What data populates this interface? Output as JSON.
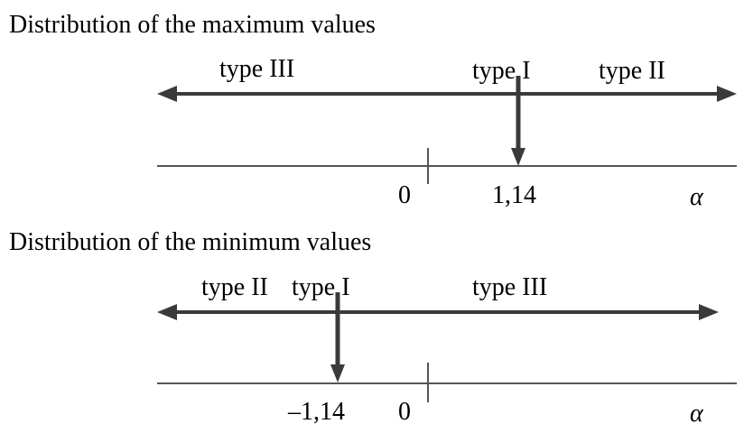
{
  "diagrams": [
    {
      "heading": "Distribution of the maximum values",
      "regions": [
        "type III",
        "type I",
        "type II"
      ],
      "marker_value": 1.14,
      "marker_label": "1,14",
      "zero_label": "0",
      "axis_symbol": "α"
    },
    {
      "heading": "Distribution of the minimum values",
      "regions": [
        "type II",
        "type I",
        "type III"
      ],
      "marker_value": -1.14,
      "marker_label": "–1,14",
      "zero_label": "0",
      "axis_symbol": "α"
    }
  ],
  "colors": {
    "arrow": "#3a3a3a",
    "axis": "#555555",
    "text": "#000000"
  }
}
